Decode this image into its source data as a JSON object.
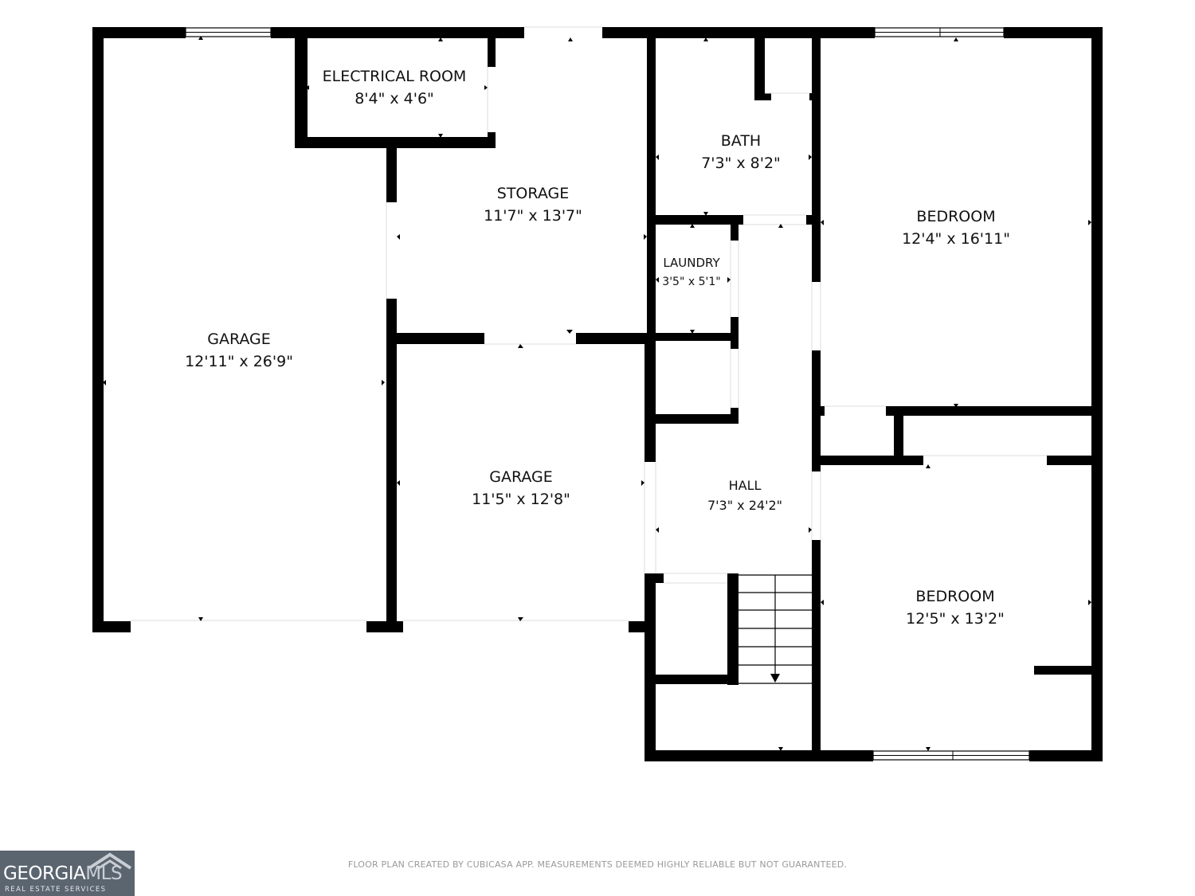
{
  "rooms": [
    {
      "key": "electrical",
      "name": "ELECTRICAL ROOM",
      "dims": "8'4\" x 4'6\""
    },
    {
      "key": "storage",
      "name": "STORAGE",
      "dims": "11'7\" x 13'7\""
    },
    {
      "key": "bath",
      "name": "BATH",
      "dims": "7'3\" x 8'2\""
    },
    {
      "key": "bedroom1",
      "name": "BEDROOM",
      "dims": "12'4\" x 16'11\""
    },
    {
      "key": "garage1",
      "name": "GARAGE",
      "dims": "12'11\" x 26'9\""
    },
    {
      "key": "laundry",
      "name": "LAUNDRY",
      "dims": "3'5\" x 5'1\""
    },
    {
      "key": "garage2",
      "name": "GARAGE",
      "dims": "11'5\" x 12'8\""
    },
    {
      "key": "hall",
      "name": "HALL",
      "dims": "7'3\" x 24'2\""
    },
    {
      "key": "bedroom2",
      "name": "BEDROOM",
      "dims": "12'5\" x 13'2\""
    }
  ],
  "footer": {
    "disclaimer": "FLOOR PLAN CREATED BY CUBICASA APP. MEASUREMENTS DEEMED HIGHLY RELIABLE BUT NOT GUARANTEED."
  },
  "logo": {
    "brand_main": "GEORGIA",
    "brand_suffix": "MLS",
    "tagline": "REAL ESTATE SERVICES",
    "color": "#5b6570"
  },
  "colors": {
    "wall": "#000000",
    "background": "#ffffff"
  }
}
